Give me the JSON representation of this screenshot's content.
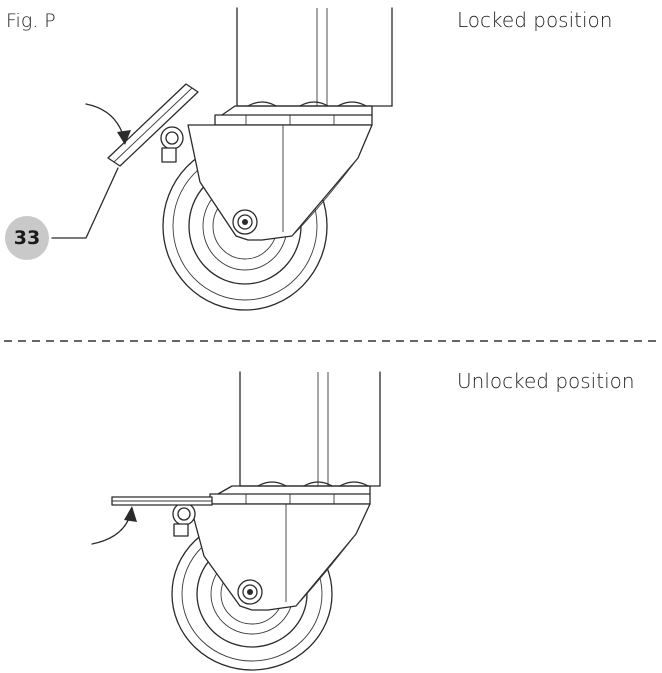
{
  "figure": {
    "label": "Fig. P"
  },
  "panels": [
    {
      "id": "locked",
      "caption": "Locked position"
    },
    {
      "id": "unlocked",
      "caption": "Unlocked position"
    }
  ],
  "callout": {
    "number": "33",
    "badge_color": "#c9c9c9"
  },
  "colors": {
    "line": "#2a2a2a",
    "background": "#ffffff",
    "divider": "#333333"
  }
}
